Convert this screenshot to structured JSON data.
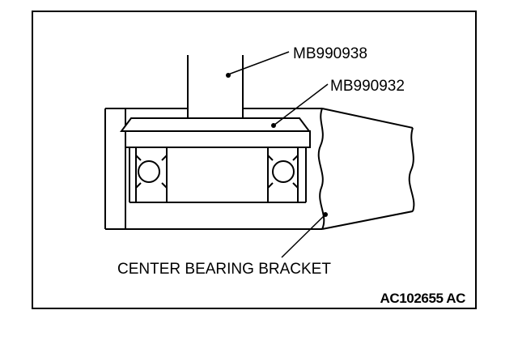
{
  "diagram": {
    "labels": {
      "tool_1": "MB990938",
      "tool_2": "MB990932",
      "bracket": "CENTER BEARING BRACKET"
    },
    "figure_id": "AC102655 AC"
  }
}
